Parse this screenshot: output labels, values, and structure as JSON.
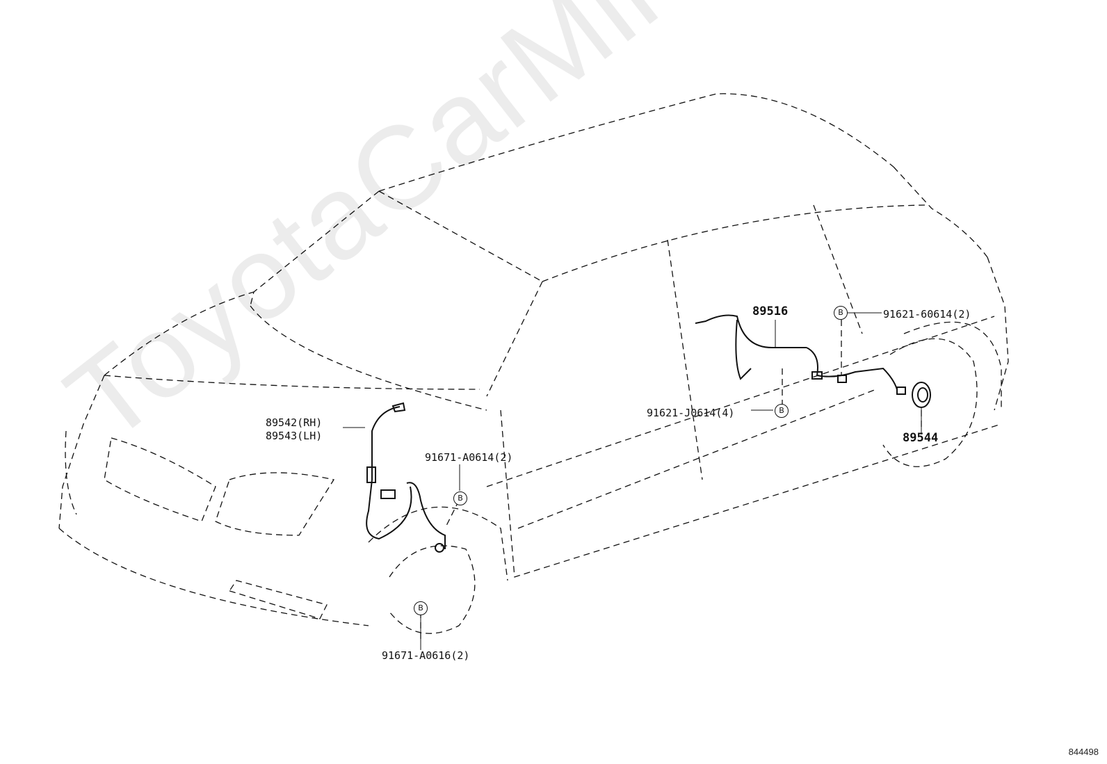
{
  "watermark": "ToyotaCarMine.ru",
  "figure_number": "844498",
  "bolt_marker": "B",
  "parts": {
    "sensor_front_rh": "89542(RH)",
    "sensor_front_lh": "89543(LH)",
    "bolt_front_upper": "91671-A0614(2)",
    "bolt_front_lower": "91671-A0616(2)",
    "rear_wire": "89516",
    "bolt_rear_upper": "91621-60614(2)",
    "bolt_rear_lower": "91621-J0614(4)",
    "rear_rotor": "89544"
  }
}
